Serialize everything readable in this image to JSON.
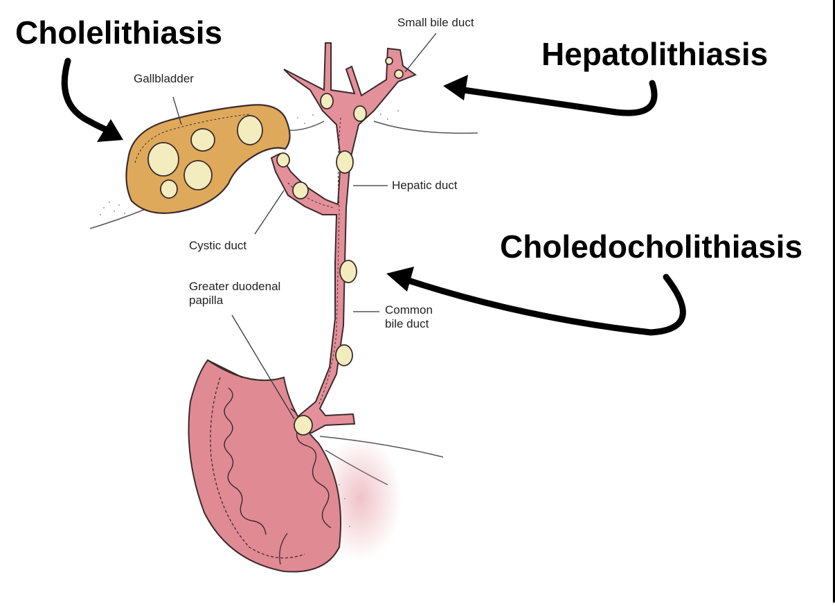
{
  "headings": {
    "cholelithiasis": "Cholelithiasis",
    "hepatolithiasis": "Hepatolithiasis",
    "choledocholithiasis": "Choledocholithiasis"
  },
  "labels": {
    "gallbladder": "Gallbladder",
    "small_bile_duct": "Small bile duct",
    "hepatic_duct": "Hepatic duct",
    "cystic_duct": "Cystic duct",
    "greater_duodenal_papilla_line1": "Greater duodenal",
    "greater_duodenal_papilla_line2": "papilla",
    "common_bile_duct_line1": "Common",
    "common_bile_duct_line2": "bile duct"
  },
  "colors": {
    "duct_fill": "#e3909a",
    "duodenum_fill": "#e08a94",
    "gallbladder_fill": "#dfa95c",
    "stone_fill": "#f3ecbf",
    "outline": "#3a2a2a",
    "arrow": "#000000"
  }
}
